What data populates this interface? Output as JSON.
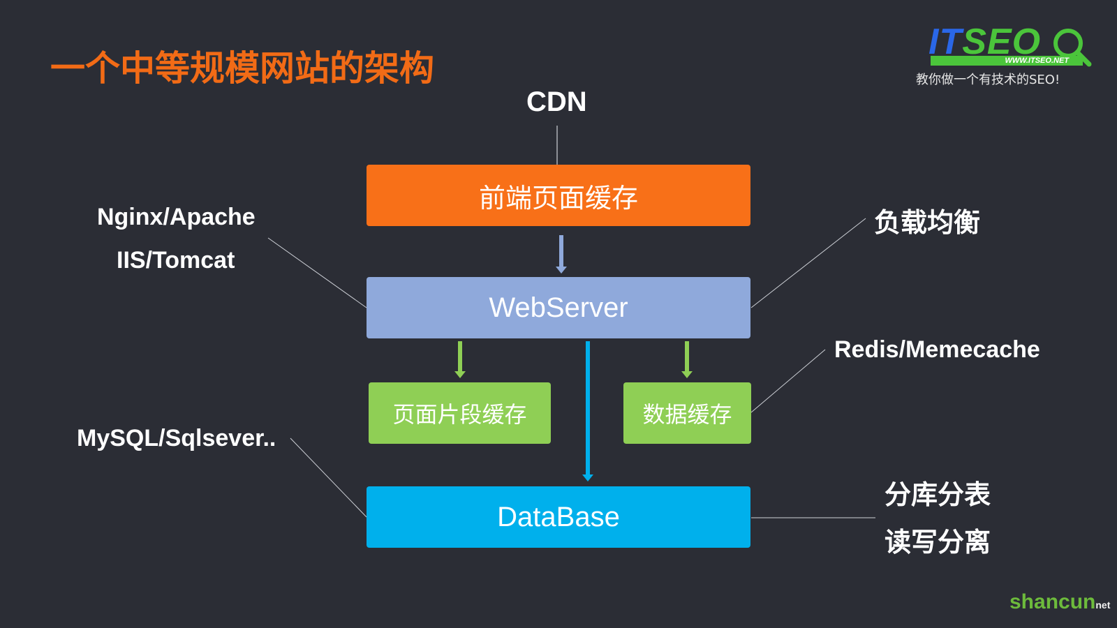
{
  "title": "一个中等规模网站的架构",
  "logo": {
    "brand_it": "IT",
    "brand_seo": "SEO",
    "url": "WWW.ITSEO.NET",
    "slogan": "教你做一个有技术的SEO!"
  },
  "diagram": {
    "top_label": "CDN",
    "boxes": {
      "frontend_cache": "前端页面缓存",
      "webserver": "WebServer",
      "fragment_cache": "页面片段缓存",
      "data_cache": "数据缓存",
      "database": "DataBase"
    },
    "annotations": {
      "webserver_software_1": "Nginx/Apache",
      "webserver_software_2": "IIS/Tomcat",
      "load_balancing": "负载均衡",
      "cache_software": "Redis/Memecache",
      "db_software": "MySQL/Sqlsever..",
      "db_strategy_1": "分库分表",
      "db_strategy_2": "读写分离"
    },
    "colors": {
      "title": "#f26b16",
      "frontend_cache": "#f87018",
      "webserver": "#8fa9db",
      "caches": "#8fcf55",
      "database": "#00b0ec",
      "background": "#2b2d35"
    }
  },
  "watermark": {
    "main": "shancun",
    "sub": "net"
  }
}
